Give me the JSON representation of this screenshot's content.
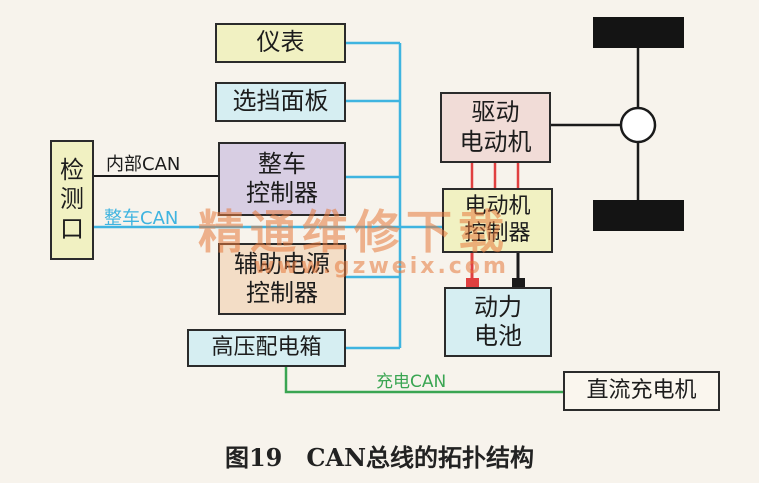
{
  "nodes": {
    "instrument": "仪表",
    "gear_panel": "选挡面板",
    "vcu": [
      "整车",
      "控制器"
    ],
    "aux_power": [
      "辅助电源",
      "控制器"
    ],
    "hv_box": "高压配电箱",
    "diag_port": [
      "检",
      "测",
      "口"
    ],
    "drive_motor": [
      "驱动",
      "电动机"
    ],
    "motor_ctrl": [
      "电动机",
      "控制器"
    ],
    "battery": [
      "动力",
      "电池"
    ],
    "dc_charger": "直流充电机"
  },
  "buses": {
    "internal_can": "内部CAN",
    "vehicle_can": "整车CAN",
    "charge_can": "充电CAN"
  },
  "watermark": {
    "cn": "精通维修下载",
    "url": "www.gzweix.com"
  },
  "caption": "图19　CAN总线的拓扑结构",
  "colors": {
    "vehicle_can_wire": "#3fb4e0",
    "charge_can_wire": "#3aa552",
    "internal_can_wire": "#1a1a1a",
    "power_wire": "#e04040"
  }
}
